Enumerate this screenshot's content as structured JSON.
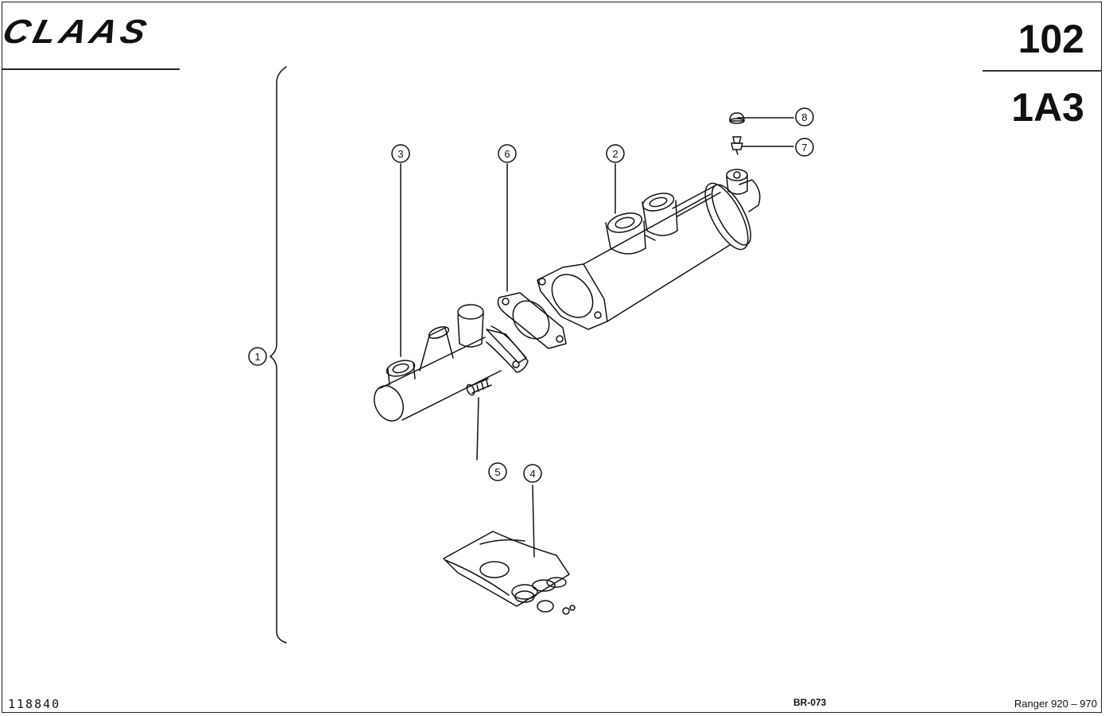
{
  "header": {
    "brand_logo": "CLAAS",
    "page_number": "102",
    "section_code": "1A3"
  },
  "footer": {
    "document_number": "118840",
    "drawing_code": "BR-073",
    "model_range": "Ranger 920 – 970"
  },
  "callouts": [
    {
      "label": "1",
      "part": "assembly"
    },
    {
      "label": "2",
      "part": "port"
    },
    {
      "label": "3",
      "part": "port"
    },
    {
      "label": "4",
      "part": "seal-kit"
    },
    {
      "label": "5",
      "part": "bolt"
    },
    {
      "label": "6",
      "part": "gasket"
    },
    {
      "label": "7",
      "part": "bleed-screw"
    },
    {
      "label": "8",
      "part": "dust-cap"
    }
  ],
  "colors": {
    "line": "#111111",
    "background": "#ffffff"
  }
}
